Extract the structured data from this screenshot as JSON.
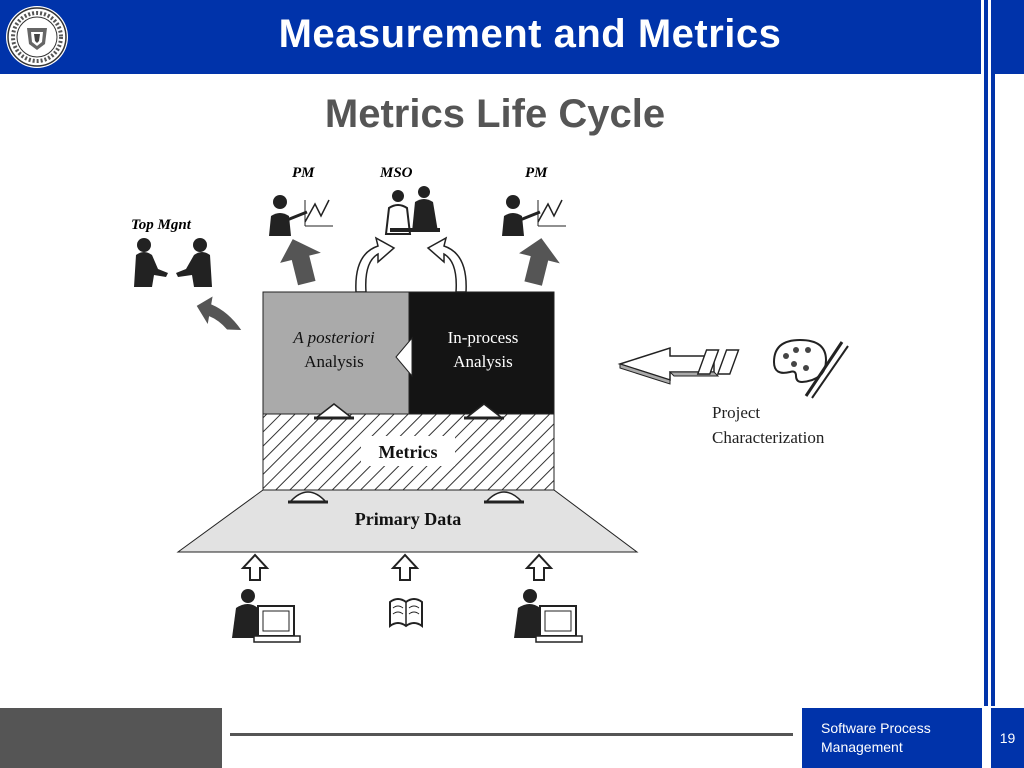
{
  "header": {
    "title": "Measurement and Metrics"
  },
  "slide": {
    "subtitle": "Metrics Life Cycle"
  },
  "diagram": {
    "roles": {
      "pm_left": "PM",
      "mso": "MSO",
      "pm_right": "PM",
      "top_mgmt": "Top Mgnt"
    },
    "boxes": {
      "posteriori_line1": "A posteriori",
      "posteriori_line2": "Analysis",
      "inprocess_line1": "In-process",
      "inprocess_line2": "Analysis",
      "metrics": "Metrics",
      "primary_data": "Primary Data"
    },
    "characterization": {
      "line1": "Project",
      "line2": "Characterization"
    },
    "icons": [
      "presenter-icon",
      "meeting-icon",
      "handshake-icon",
      "curved-arrow-icon",
      "block-arrow-icon",
      "palette-icon",
      "computer-user-icon",
      "book-icon",
      "up-arrow-icon"
    ]
  },
  "footer": {
    "course_line1": "Software Process",
    "course_line2": "Management",
    "page_number": "19"
  },
  "colors": {
    "brand_blue": "#0033aa",
    "footer_gray": "#555555",
    "analysis_gray": "#aaaaaa",
    "analysis_black": "#141414",
    "primary_data_fill": "#e2e2e2"
  }
}
